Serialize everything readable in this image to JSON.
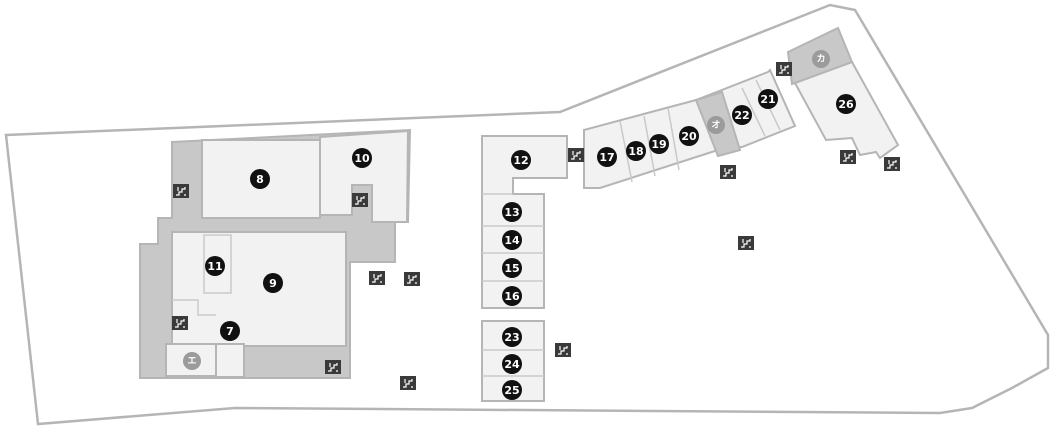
{
  "markers": [
    {
      "id": "m8",
      "label": "8"
    },
    {
      "id": "m10",
      "label": "10"
    },
    {
      "id": "m11",
      "label": "11"
    },
    {
      "id": "m9",
      "label": "9"
    },
    {
      "id": "m7",
      "label": "7"
    },
    {
      "id": "m12",
      "label": "12"
    },
    {
      "id": "m13",
      "label": "13"
    },
    {
      "id": "m14",
      "label": "14"
    },
    {
      "id": "m15",
      "label": "15"
    },
    {
      "id": "m16",
      "label": "16"
    },
    {
      "id": "m23",
      "label": "23"
    },
    {
      "id": "m24",
      "label": "24"
    },
    {
      "id": "m25",
      "label": "25"
    },
    {
      "id": "m17",
      "label": "17"
    },
    {
      "id": "m18",
      "label": "18"
    },
    {
      "id": "m19",
      "label": "19"
    },
    {
      "id": "m20",
      "label": "20"
    },
    {
      "id": "m22",
      "label": "22"
    },
    {
      "id": "m21",
      "label": "21"
    },
    {
      "id": "m26",
      "label": "26"
    }
  ],
  "katakana_markers": [
    {
      "id": "k_e",
      "label": "エ"
    },
    {
      "id": "k_o",
      "label": "オ"
    },
    {
      "id": "k_ka",
      "label": "カ"
    }
  ],
  "stair_icon": "staircase-icon",
  "colors": {
    "outline": "#b5b5b5",
    "building": "#f2f2f2",
    "shade": "#c8c8c8",
    "marker": "#111111",
    "kana_marker": "#9b9b9b",
    "stair": "#3a3a3a"
  }
}
